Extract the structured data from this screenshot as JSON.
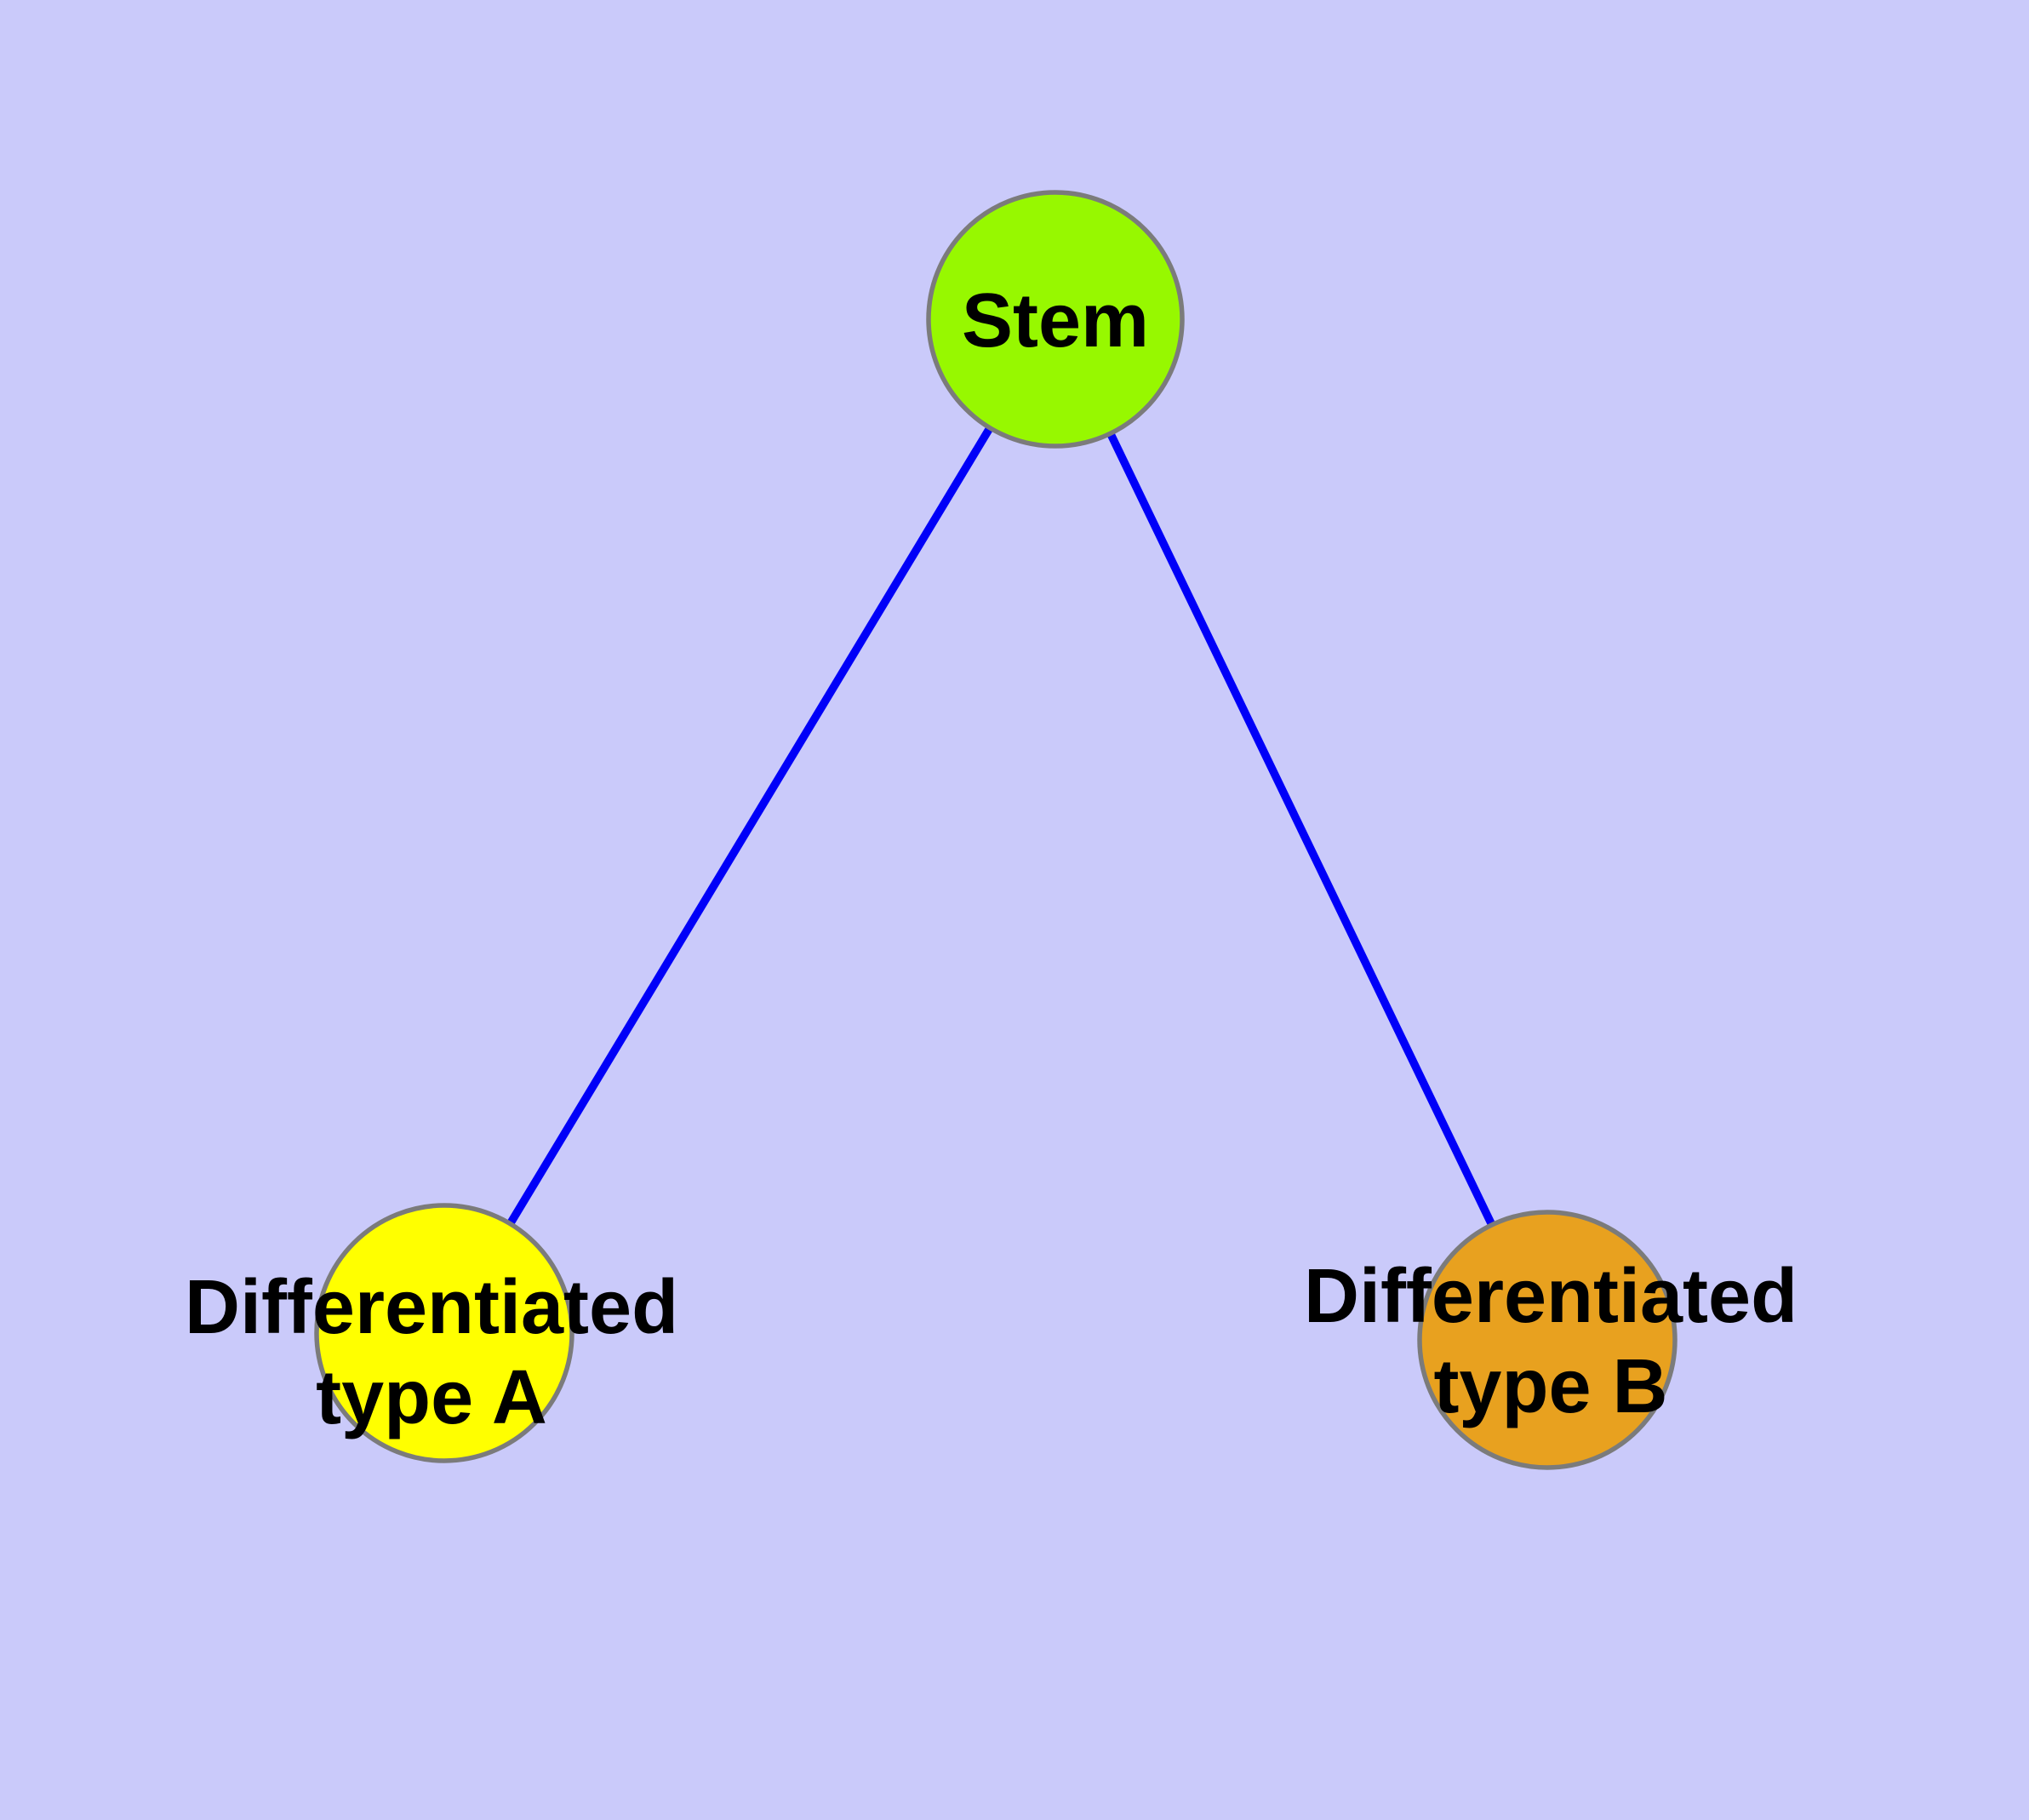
{
  "colors": {
    "background": "#CACAFA",
    "edge": "#0000F8",
    "node_border": "#7B7B7B",
    "stem_fill": "#97F800",
    "type_a_fill": "#FFFF00",
    "type_b_fill": "#E8A11F",
    "label_text": "#000000"
  },
  "nodes": {
    "stem": {
      "label": "Stem"
    },
    "type_a": {
      "line1": "Differentiated",
      "line2": "type A"
    },
    "type_b": {
      "line1": "Differentiated",
      "line2": "type B"
    }
  },
  "edges": [
    {
      "from": "Stem",
      "to": "Differentiated type A"
    },
    {
      "from": "Stem",
      "to": "Differentiated type B"
    }
  ]
}
